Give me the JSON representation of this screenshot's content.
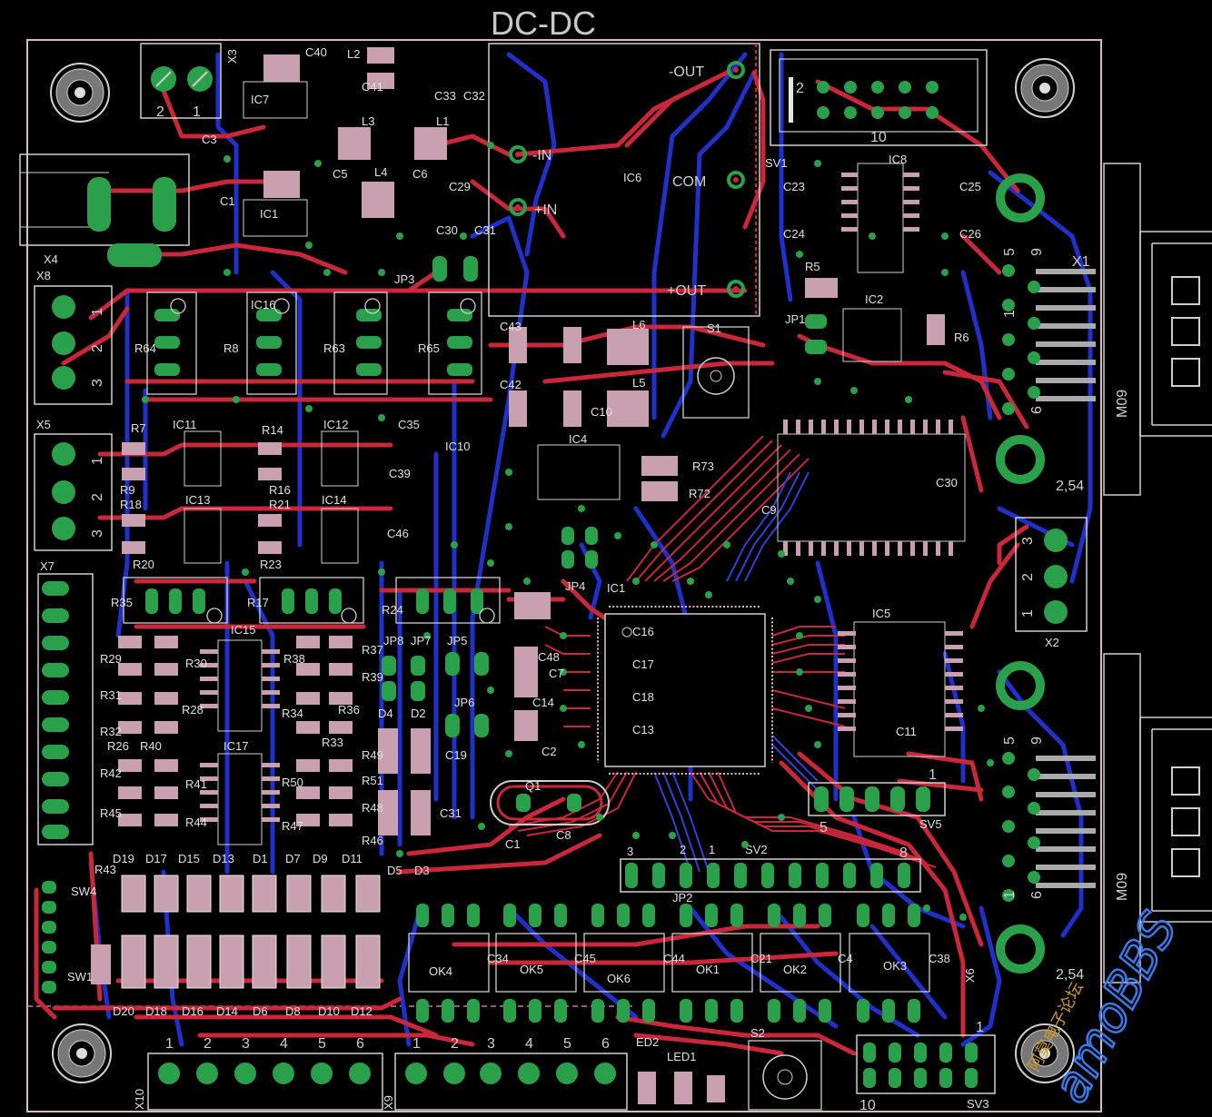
{
  "board": {
    "title": "DC-DC",
    "dcdc_pins": [
      "-OUT",
      "-IN",
      "COM",
      "+IN",
      "+OUT"
    ],
    "dcdc_ref": "IC6",
    "watermark": "amoBBS",
    "watermark_sub": "阿莫电子论坛"
  },
  "colors": {
    "background": "#000000",
    "top_copper": "#c8283a",
    "bottom_copper": "#2030c8",
    "pad": "#2aa04a",
    "outline": "#d8d8d8",
    "silk": "#e6e6e6",
    "watermark": "#2a6fd8"
  },
  "connectors": {
    "x1": {
      "ref": "X1",
      "type": "M09",
      "pitch": "2,54",
      "pin_a": "5",
      "pin_b": "9",
      "pin_c": "1",
      "pin_d": "6"
    },
    "x6": {
      "ref": "X6",
      "type": "M09",
      "pitch": "2,54",
      "pin_a": "5",
      "pin_b": "9",
      "pin_c": "1",
      "pin_d": "6"
    },
    "x2": {
      "ref": "X2",
      "pins": [
        "3",
        "2",
        "1"
      ]
    },
    "x3": {
      "ref": "X3",
      "pins": [
        "2",
        "1"
      ]
    },
    "x4": {
      "ref": "X4"
    },
    "x5": {
      "ref": "X5",
      "pins": [
        "1",
        "2",
        "3"
      ]
    },
    "x7": {
      "ref": "X7"
    },
    "x8": {
      "ref": "X8",
      "pins": [
        "1",
        "2",
        "3"
      ]
    },
    "x9": {
      "ref": "X9",
      "pins": [
        "1",
        "2",
        "3",
        "4",
        "5",
        "6"
      ]
    },
    "x10": {
      "ref": "X10",
      "pins": [
        "1",
        "2",
        "3",
        "4",
        "5",
        "6"
      ]
    },
    "sv1": {
      "ref": "SV1",
      "pin_first": "2",
      "pin_last": "10"
    },
    "sv2": {
      "ref": "SV2",
      "pin_labels": [
        "3",
        "2",
        "1",
        "8"
      ]
    },
    "sv3": {
      "ref": "SV3",
      "pin_first": "1",
      "pin_last": "10"
    },
    "sv5": {
      "ref": "SV5",
      "pin_first": "1",
      "pin_last": "5"
    },
    "jp2": {
      "ref": "JP2"
    }
  },
  "optos": [
    "OK4",
    "OK5",
    "OK6",
    "OK1",
    "OK2",
    "OK3"
  ],
  "left_leds_top": [
    "D19",
    "D17",
    "D15",
    "D13",
    "D1",
    "D7",
    "D9",
    "D11",
    "D5",
    "D3"
  ],
  "left_leds_bottom": [
    "D20",
    "D18",
    "D16",
    "D14",
    "D6",
    "D8",
    "D10",
    "D12"
  ],
  "labels": [
    {
      "t": "C40"
    },
    {
      "t": "L2"
    },
    {
      "t": "C41"
    },
    {
      "t": "C33"
    },
    {
      "t": "C32"
    },
    {
      "t": "IC7"
    },
    {
      "t": "C3"
    },
    {
      "t": "L3"
    },
    {
      "t": "L1"
    },
    {
      "t": "C5"
    },
    {
      "t": "L4"
    },
    {
      "t": "C6"
    },
    {
      "t": "C29"
    },
    {
      "t": "C1"
    },
    {
      "t": "IC1"
    },
    {
      "t": "C30"
    },
    {
      "t": "C31"
    },
    {
      "t": "JP3"
    },
    {
      "t": "R64"
    },
    {
      "t": "R8"
    },
    {
      "t": "IC16"
    },
    {
      "t": "R63"
    },
    {
      "t": "R65"
    },
    {
      "t": "R7"
    },
    {
      "t": "IC11"
    },
    {
      "t": "R14"
    },
    {
      "t": "IC12"
    },
    {
      "t": "C35"
    },
    {
      "t": "C39"
    },
    {
      "t": "IC10"
    },
    {
      "t": "R9"
    },
    {
      "t": "R18"
    },
    {
      "t": "IC13"
    },
    {
      "t": "R16"
    },
    {
      "t": "R21"
    },
    {
      "t": "IC14"
    },
    {
      "t": "C46"
    },
    {
      "t": "R20"
    },
    {
      "t": "R23"
    },
    {
      "t": "R35"
    },
    {
      "t": "R17"
    },
    {
      "t": "R24"
    },
    {
      "t": "IC15"
    },
    {
      "t": "R29"
    },
    {
      "t": "R30"
    },
    {
      "t": "R38"
    },
    {
      "t": "R31"
    },
    {
      "t": "R28"
    },
    {
      "t": "R34"
    },
    {
      "t": "R36"
    },
    {
      "t": "R32"
    },
    {
      "t": "R26"
    },
    {
      "t": "R40"
    },
    {
      "t": "IC17"
    },
    {
      "t": "R33"
    },
    {
      "t": "R42"
    },
    {
      "t": "R41"
    },
    {
      "t": "R50"
    },
    {
      "t": "R45"
    },
    {
      "t": "R44"
    },
    {
      "t": "R47"
    },
    {
      "t": "R49"
    },
    {
      "t": "R51"
    },
    {
      "t": "R48"
    },
    {
      "t": "R46"
    },
    {
      "t": "R39"
    },
    {
      "t": "R37"
    },
    {
      "t": "JP8"
    },
    {
      "t": "JP7"
    },
    {
      "t": "JP5"
    },
    {
      "t": "JP6"
    },
    {
      "t": "D4"
    },
    {
      "t": "D2"
    },
    {
      "t": "C19"
    },
    {
      "t": "C43"
    },
    {
      "t": "L6"
    },
    {
      "t": "S1"
    },
    {
      "t": "C42"
    },
    {
      "t": "L5"
    },
    {
      "t": "C10"
    },
    {
      "t": "IC4"
    },
    {
      "t": "R73"
    },
    {
      "t": "R72"
    },
    {
      "t": "C23"
    },
    {
      "t": "IC8"
    },
    {
      "t": "C25"
    },
    {
      "t": "C24"
    },
    {
      "t": "C26"
    },
    {
      "t": "R5"
    },
    {
      "t": "JP1"
    },
    {
      "t": "IC2"
    },
    {
      "t": "R6"
    },
    {
      "t": "C9"
    },
    {
      "t": "C30"
    },
    {
      "t": "JP4"
    },
    {
      "t": "IC1"
    },
    {
      "t": "C48"
    },
    {
      "t": "C14"
    },
    {
      "t": "C2"
    },
    {
      "t": "C16"
    },
    {
      "t": "C17"
    },
    {
      "t": "C18"
    },
    {
      "t": "C13"
    },
    {
      "t": "C8"
    },
    {
      "t": "Q1"
    },
    {
      "t": "C7"
    },
    {
      "t": "IC5"
    },
    {
      "t": "C11"
    },
    {
      "t": "C31"
    },
    {
      "t": "C1"
    },
    {
      "t": "SW1"
    },
    {
      "t": "SW4"
    },
    {
      "t": "R43"
    },
    {
      "t": "ED2"
    },
    {
      "t": "LED1"
    },
    {
      "t": "S2"
    },
    {
      "t": "C34"
    },
    {
      "t": "C45"
    },
    {
      "t": "C44"
    },
    {
      "t": "C21"
    },
    {
      "t": "C4"
    },
    {
      "t": "C38"
    }
  ]
}
